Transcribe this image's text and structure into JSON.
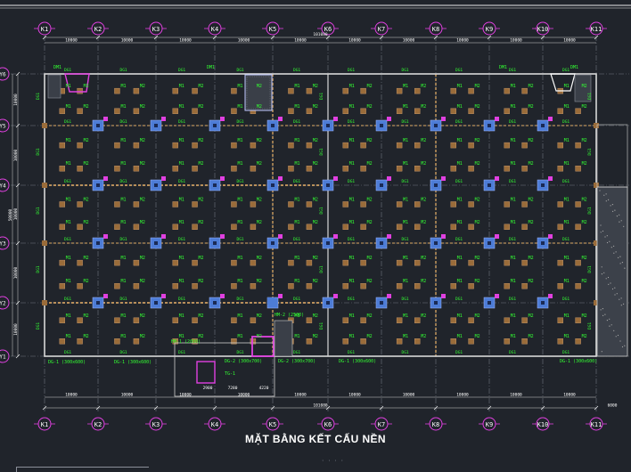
{
  "drawing": {
    "title": "MẶT BẰNG KẾT CẤU NỀN",
    "grid_x": [
      "K1",
      "K2",
      "K3",
      "K4",
      "K5",
      "K6",
      "K7",
      "K8",
      "K9",
      "K10",
      "K11"
    ],
    "grid_y": [
      "Y6",
      "Y5",
      "Y4",
      "Y3",
      "Y2",
      "Y1"
    ],
    "top_overall_dim": "101080",
    "top_span_dim": "10000",
    "bottom_overall_dim": "101080",
    "bottom_span_dim": "10000",
    "left_overall_dim": "50000",
    "left_span_dim": "10000",
    "right_end_dim": "6000",
    "bay_dims": [
      "2900",
      "7280",
      "4220"
    ],
    "label_beam": "DG1",
    "label_pile_group": "M1",
    "label_pile_group_alt": "M2",
    "label_foundation_beam": "DG-1 (300x600)",
    "label_slab_edge": "DG-2 (300x700)",
    "label_pit": "HM-1 (2000)",
    "label_lift_pit": "HM-2 (2500)",
    "label_stair": "TG-1",
    "label_pile_cap": "DM1"
  },
  "colors": {
    "background": "#20242b",
    "grid_line": "#6f7480",
    "bubble": "#e040e0",
    "text_white": "#ffffff",
    "text_green": "#33ff33",
    "column": "#4d7cd6",
    "pile_cap": "#9a6c3a",
    "foundation_outline": "#d8d8d8",
    "axis_beam": "#b88f5a"
  }
}
